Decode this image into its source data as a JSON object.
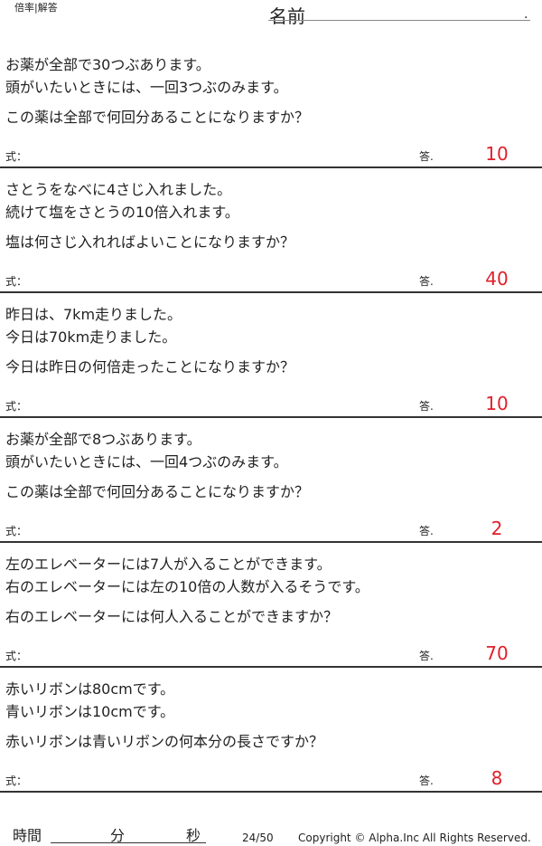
{
  "header": {
    "title": "倍率|解答",
    "name_label": "名前",
    "name_dot": "."
  },
  "labels": {
    "shiki": "式：",
    "kotae": "答."
  },
  "problems": [
    {
      "line1": "お薬が全部で30つぶあります。",
      "line2": "頭がいたいときには、一回3つぶのみます。",
      "question": "この薬は全部で何回分あることになりますか？",
      "answer": "10"
    },
    {
      "line1": "さとうをなべに4さじ入れました。",
      "line2": "続けて塩をさとうの10倍入れます。",
      "question": "塩は何さじ入れればよいことになりますか？",
      "answer": "40"
    },
    {
      "line1": "昨日は、7km走りました。",
      "line2": "今日は70km走りました。",
      "question": "今日は昨日の何倍走ったことになりますか？",
      "answer": "10"
    },
    {
      "line1": "お薬が全部で8つぶあります。",
      "line2": "頭がいたいときには、一回4つぶのみます。",
      "question": "この薬は全部で何回分あることになりますか？",
      "answer": "2"
    },
    {
      "line1": "左のエレベーターには7人が入ることができます。",
      "line2": "右のエレベーターには左の10倍の人数が入るそうです。",
      "question": "右のエレベーターには何人入ることができますか？",
      "answer": "70"
    },
    {
      "line1": "赤いリボンは80cmです。",
      "line2": "青いリボンは10cmです。",
      "question": "赤いリボンは青いリボンの何本分の長さですか？",
      "answer": "8"
    }
  ],
  "footer": {
    "time_label": "時間",
    "minutes": "分",
    "seconds": "秒",
    "page": "24/50",
    "copyright": "Copyright ©  Alpha.Inc All Rights Reserved."
  }
}
